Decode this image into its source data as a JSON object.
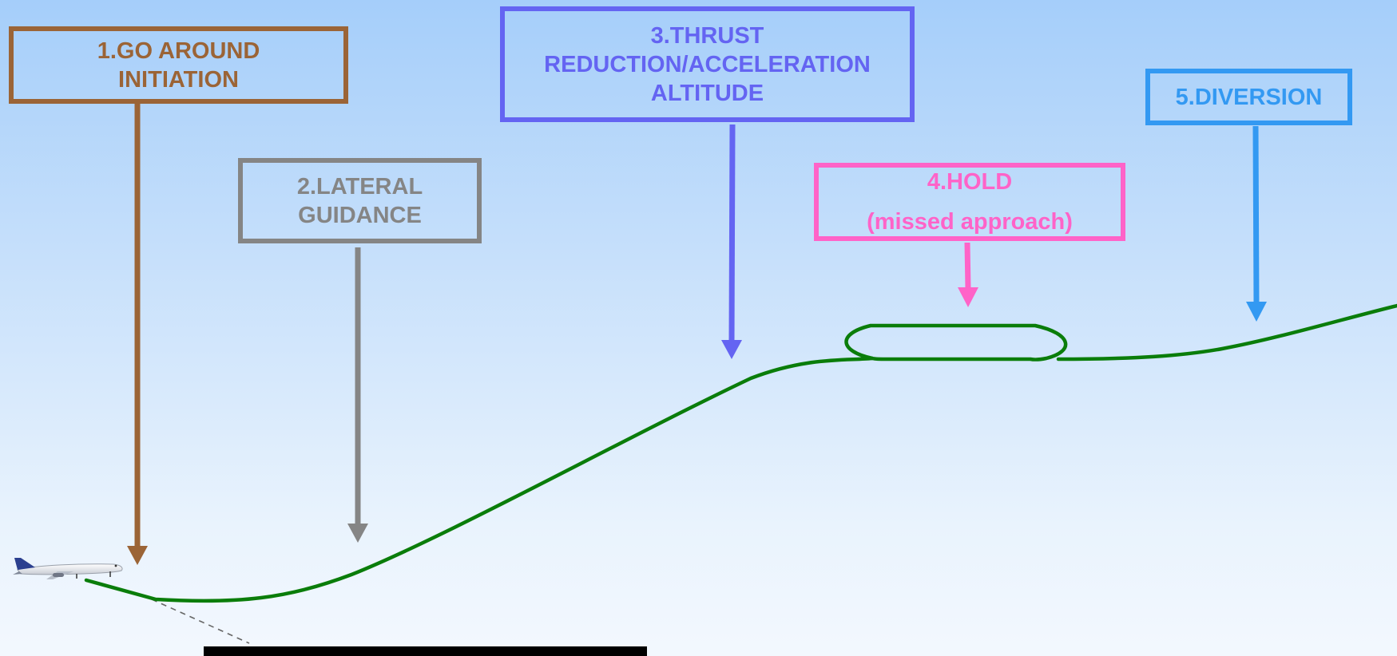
{
  "labels": {
    "go_around": [
      "1.GO AROUND",
      "INITIATION"
    ],
    "lateral_guidance": [
      "2.LATERAL",
      "GUIDANCE"
    ],
    "thrust_reduction": [
      "3.THRUST",
      "REDUCTION/ACCELERATION",
      "ALTITUDE"
    ],
    "hold": [
      "4.HOLD",
      "(missed approach)"
    ],
    "diversion": [
      "5.DIVERSION"
    ]
  },
  "colors": {
    "go_around": "#9b6436",
    "lateral_guidance": "#858585",
    "thrust_reduction": "#6464f2",
    "hold": "#ff63c8",
    "diversion": "#3399f2",
    "flight_path": "#0a7d0a",
    "glide_slope": "#666666",
    "runway": "#000000"
  },
  "icons": {
    "aircraft": "airliner-icon"
  }
}
